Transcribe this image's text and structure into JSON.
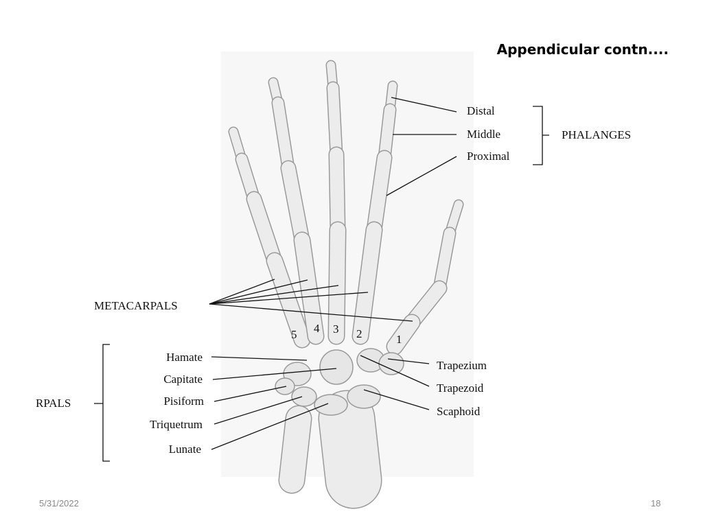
{
  "slide": {
    "title": "Appendicular contn....",
    "date": "5/31/2022",
    "page_number": "18"
  },
  "figure": {
    "phalanges": {
      "group_label": "PHALANGES",
      "items": [
        "Distal",
        "Middle",
        "Proximal"
      ]
    },
    "metacarpals": {
      "group_label": "METACARPALS",
      "numbers": [
        "5",
        "4",
        "3",
        "2",
        "1"
      ]
    },
    "carpals": {
      "group_label": "RPALS",
      "left_items": [
        "Hamate",
        "Capitate",
        "Pisiform",
        "Triquetrum",
        "Lunate"
      ],
      "right_items": [
        "Trapezium",
        "Trapezoid",
        "Scaphoid"
      ]
    }
  }
}
